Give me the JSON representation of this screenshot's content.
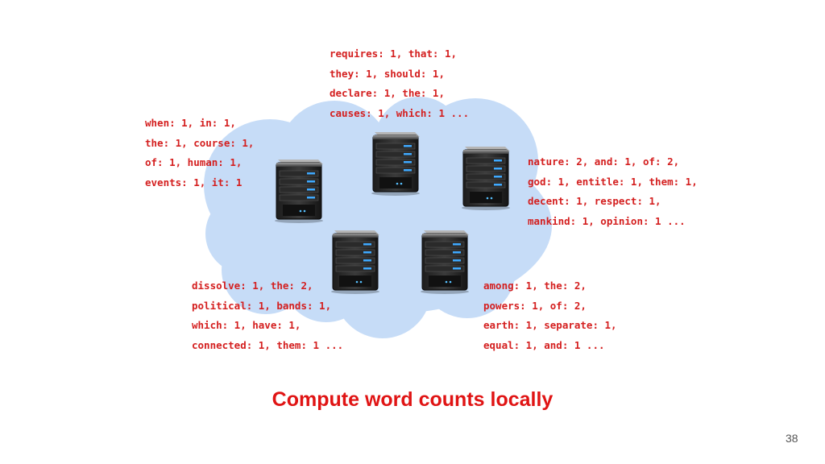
{
  "colors": {
    "cloud_fill": "#c6dcf7",
    "text_red": "#d41f1f",
    "caption_red": "#e01414"
  },
  "blocks": {
    "top": [
      "requires: 1, that: 1,",
      "they: 1, should: 1,",
      "declare: 1, the: 1,",
      "causes: 1, which: 1 ..."
    ],
    "left": [
      "when: 1, in: 1,",
      "the: 1, course: 1,",
      "of: 1, human: 1,",
      "events: 1, it: 1"
    ],
    "right": [
      "nature: 2, and: 1, of: 2,",
      "god: 1, entitle: 1, them: 1,",
      "decent: 1, respect: 1,",
      "mankind: 1, opinion: 1 ..."
    ],
    "bottom_left": [
      "dissolve: 1, the: 2,",
      "political: 1, bands: 1,",
      "which: 1, have: 1,",
      "connected: 1, them: 1 ..."
    ],
    "bottom_right": [
      "among: 1, the: 2,",
      "powers: 1, of: 2,",
      "earth: 1, separate: 1,",
      "equal: 1, and: 1 ..."
    ]
  },
  "caption": "Compute word counts locally",
  "page_number": "38"
}
